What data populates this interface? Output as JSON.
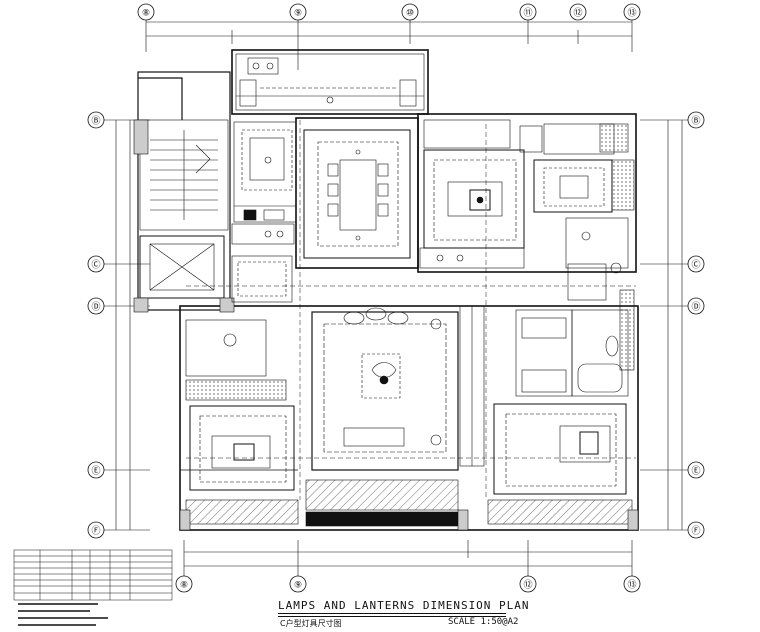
{
  "title": {
    "main": "LAMPS AND LANTERNS DIMENSION PLAN",
    "sub": "C户型灯具尺寸图",
    "scale": "SCALE 1:50@A2"
  },
  "grid_axes": {
    "top": [
      "⑧",
      "⑨",
      "⑩",
      "⑪",
      "⑫",
      "⑬"
    ],
    "bottom": [
      "⑧",
      "⑨",
      "⑫",
      "⑬"
    ],
    "left": [
      "Ⓑ",
      "Ⓒ",
      "Ⓓ",
      "Ⓔ",
      "Ⓕ"
    ],
    "right": [
      "Ⓑ",
      "Ⓒ",
      "Ⓓ",
      "Ⓔ",
      "Ⓕ"
    ]
  },
  "colors": {
    "line": "#111111",
    "fill_dark": "#111111",
    "fill_white": "#ffffff"
  }
}
